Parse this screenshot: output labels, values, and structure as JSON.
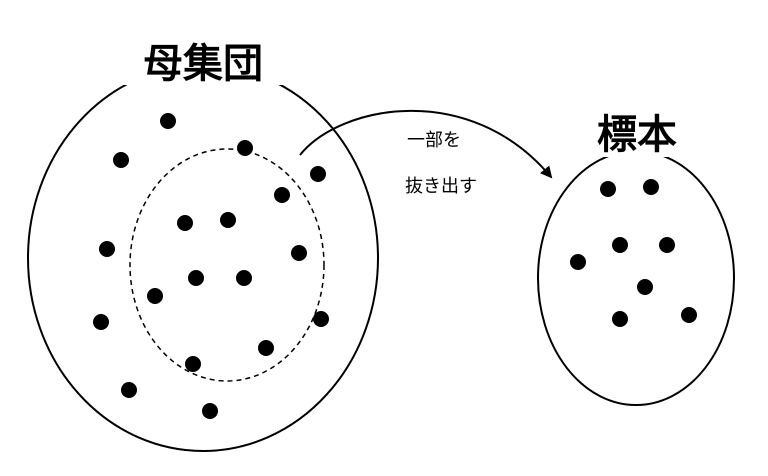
{
  "population": {
    "title": "母集団"
  },
  "sample": {
    "title": "標本"
  },
  "arrow": {
    "line1": "一部を",
    "line2": "抜き出す"
  },
  "colors": {
    "ink": "#000000",
    "background": "#ffffff"
  }
}
